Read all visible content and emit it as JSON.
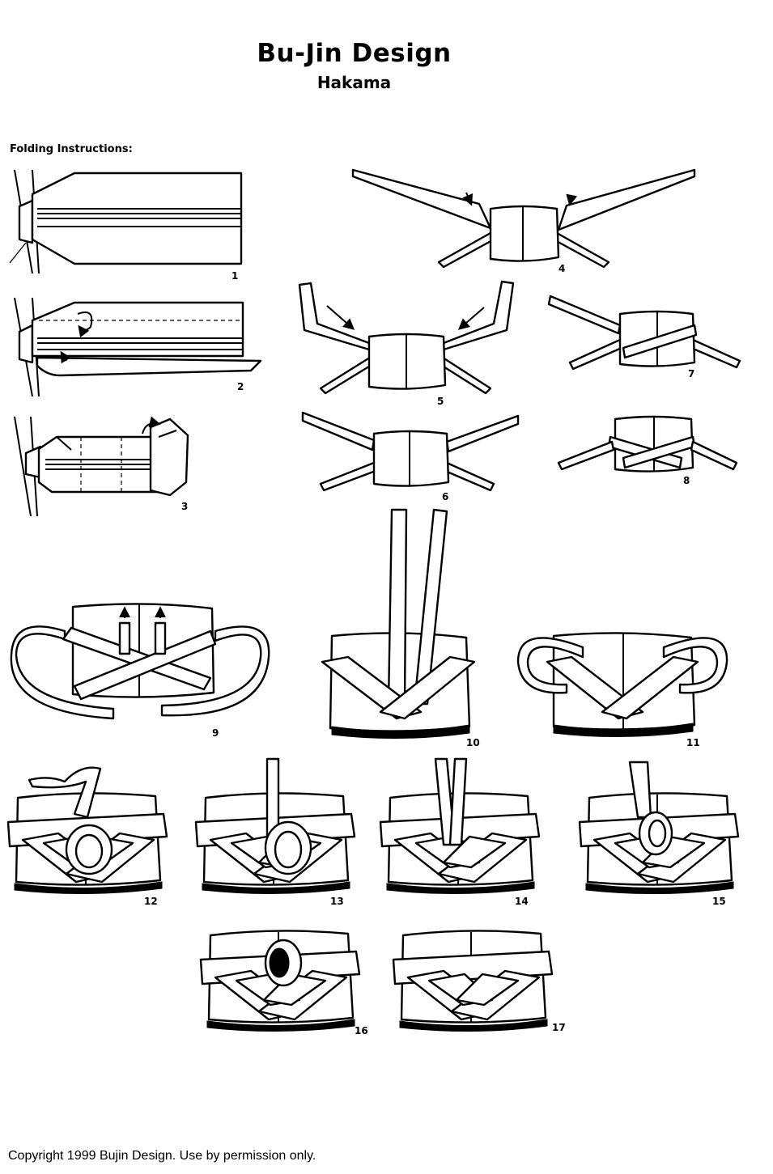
{
  "header": {
    "title": "Bu-Jin Design",
    "subtitle": "Hakama"
  },
  "section_label": "Folding Instructions:",
  "steps": [
    "1",
    "2",
    "3",
    "4",
    "5",
    "6",
    "7",
    "8",
    "9",
    "10",
    "11",
    "12",
    "13",
    "14",
    "15",
    "16",
    "17"
  ],
  "footer": {
    "copyright": "Copyright 1999 Bujin Design.  Use by permission only."
  }
}
